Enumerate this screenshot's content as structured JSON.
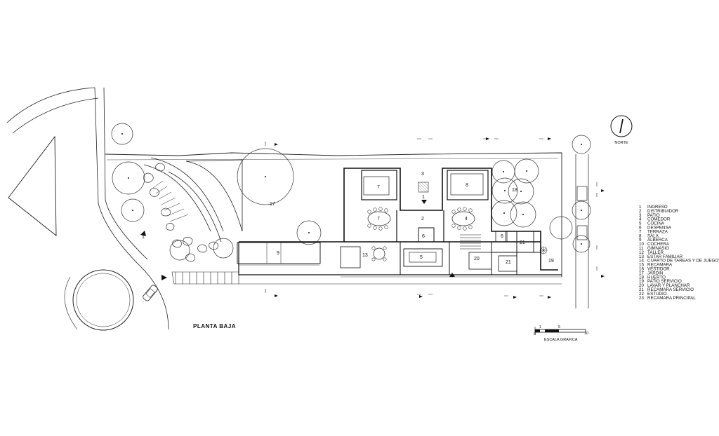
{
  "plan": {
    "title": "PLANTA BAJA",
    "north_label": "NORTE",
    "scale": {
      "label": "ESCALA GRAFICA",
      "ticks": [
        "0",
        "1",
        "5",
        "10"
      ]
    },
    "legend": [
      {
        "num": "1",
        "text": "INGRESO"
      },
      {
        "num": "2",
        "text": "DISTRIBUIDOR"
      },
      {
        "num": "3",
        "text": "PATIO"
      },
      {
        "num": "4",
        "text": "COMEDOR"
      },
      {
        "num": "5",
        "text": "COCINA"
      },
      {
        "num": "6",
        "text": "DESPENSA"
      },
      {
        "num": "7",
        "text": "TERRAZA"
      },
      {
        "num": "8",
        "text": "SALA"
      },
      {
        "num": "9",
        "text": "ALBERCA"
      },
      {
        "num": "10",
        "text": "COCHERA"
      },
      {
        "num": "11",
        "text": "GIMNASIO"
      },
      {
        "num": "12",
        "text": "TALLER"
      },
      {
        "num": "13",
        "text": "ESTAR FAMILIAR"
      },
      {
        "num": "14",
        "text": "CUARTO DE TAREAS Y DE JUEGOS"
      },
      {
        "num": "15",
        "text": "RECAMARA"
      },
      {
        "num": "16",
        "text": "VESTIDOR"
      },
      {
        "num": "17",
        "text": "JARDIN"
      },
      {
        "num": "18",
        "text": "HUERTO"
      },
      {
        "num": "19",
        "text": "PATIO SERVICIO"
      },
      {
        "num": "20",
        "text": "LAVAR Y PLANCHAR"
      },
      {
        "num": "21",
        "text": "RECAMARA SERVICIO"
      },
      {
        "num": "22",
        "text": "ESTUDIO"
      },
      {
        "num": "23",
        "text": "RECAMARA PRINCIPAL"
      }
    ],
    "room_tags": {
      "r1": "1",
      "r2": "2",
      "r3": "3",
      "r4": "4",
      "r5": "5",
      "r6": "6",
      "r6b": "6",
      "r7a": "7",
      "r7b": "7",
      "r8": "8",
      "r9": "9",
      "r13": "13",
      "r17": "17",
      "r18": "18",
      "r19": "19",
      "r20": "20",
      "r21a": "21",
      "r21b": "21",
      "r1b": "1"
    }
  }
}
